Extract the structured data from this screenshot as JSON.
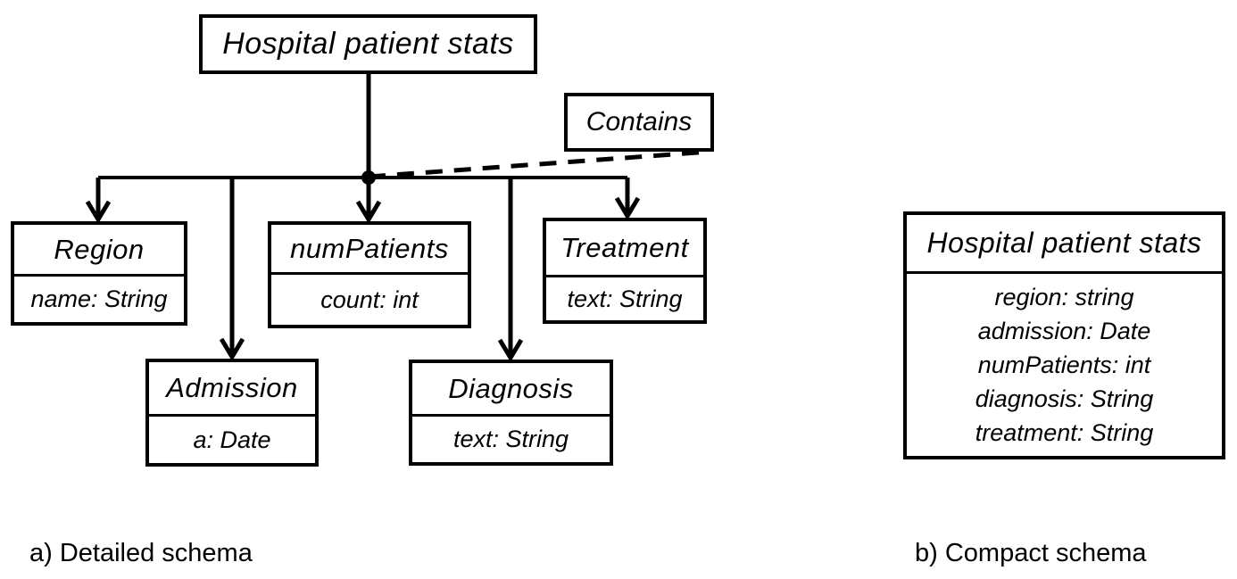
{
  "figure": {
    "colors": {
      "ink": "#000000",
      "background": "#ffffff"
    },
    "detailed": {
      "caption": "a) Detailed schema",
      "root": {
        "title": "Hospital patient stats"
      },
      "relationship": {
        "label": "Contains"
      },
      "nodes": [
        {
          "id": "region",
          "title": "Region",
          "attribute": "name: String"
        },
        {
          "id": "admission",
          "title": "Admission",
          "attribute": "a: Date"
        },
        {
          "id": "numPatients",
          "title": "numPatients",
          "attribute": "count: int"
        },
        {
          "id": "diagnosis",
          "title": "Diagnosis",
          "attribute": "text: String"
        },
        {
          "id": "treatment",
          "title": "Treatment",
          "attribute": "text: String"
        }
      ]
    },
    "compact": {
      "caption": "b) Compact schema",
      "title": "Hospital patient stats",
      "attributes": [
        "region: string",
        "admission: Date",
        "numPatients: int",
        "diagnosis: String",
        "treatment: String"
      ]
    }
  }
}
